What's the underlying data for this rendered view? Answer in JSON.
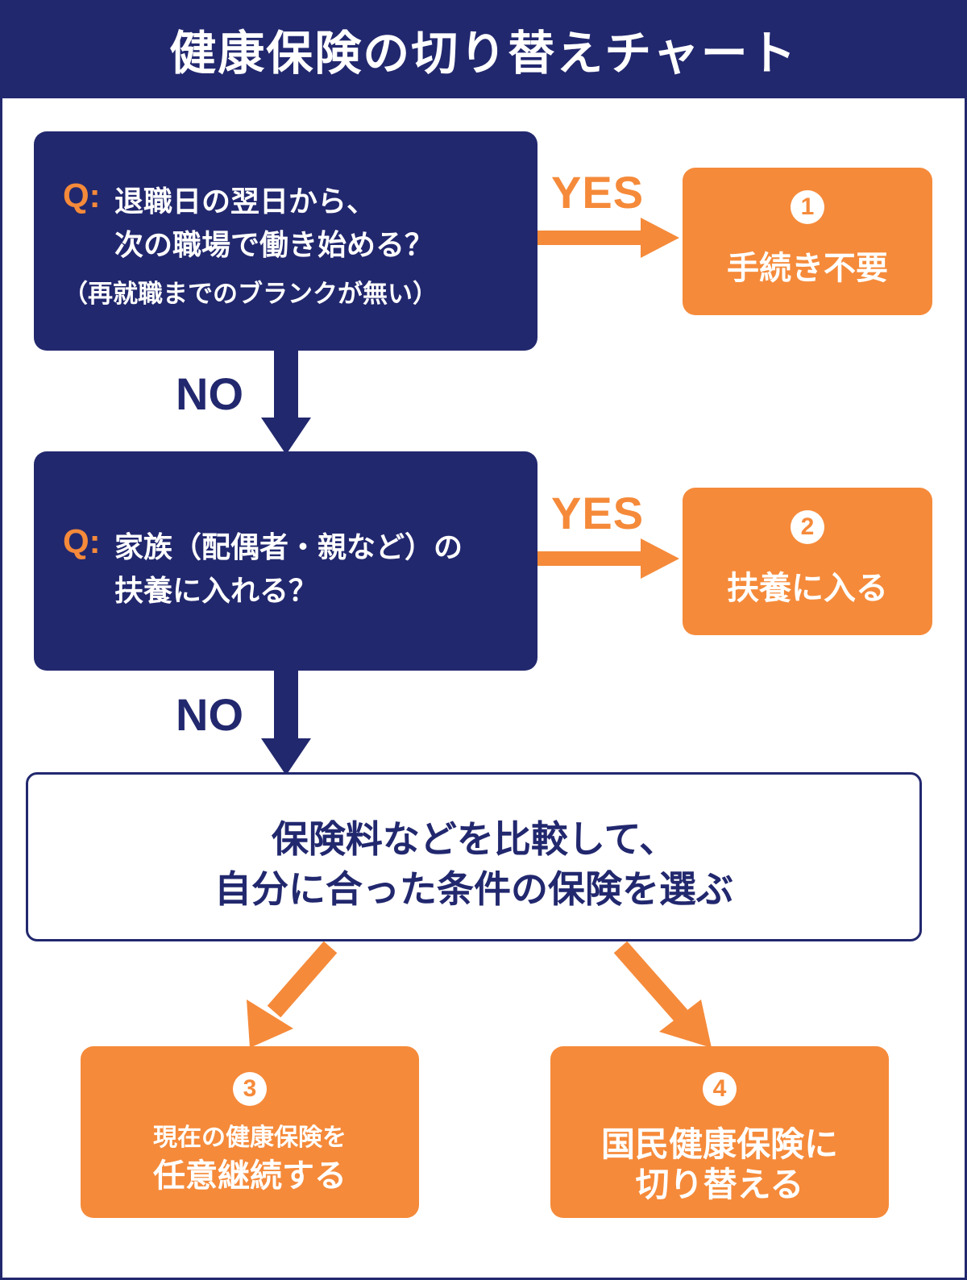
{
  "title": "健康保険の切り替えチャート",
  "colors": {
    "navy": "#22286e",
    "orange": "#f58a3a",
    "white": "#ffffff"
  },
  "questions": [
    {
      "label": "Q:",
      "lines": [
        "退職日の翌日から、",
        "次の職場で働き始める？"
      ],
      "note": "（再就職までのブランクが無い）",
      "yes_label": "YES",
      "no_label": "NO"
    },
    {
      "label": "Q:",
      "lines": [
        "家族（配偶者・親など）の",
        "扶養に入れる？"
      ],
      "yes_label": "YES",
      "no_label": "NO"
    }
  ],
  "outcomes": [
    {
      "number": "1",
      "lines": [
        "手続き不要"
      ]
    },
    {
      "number": "2",
      "lines": [
        "扶養に入る"
      ]
    },
    {
      "number": "3",
      "lines": [
        "現在の健康保険を",
        "任意継続する"
      ]
    },
    {
      "number": "4",
      "lines": [
        "国民健康保険に",
        "切り替える"
      ]
    }
  ],
  "compare": {
    "lines": [
      "保険料などを比較して、",
      "自分に合った条件の保険を選ぶ"
    ]
  }
}
